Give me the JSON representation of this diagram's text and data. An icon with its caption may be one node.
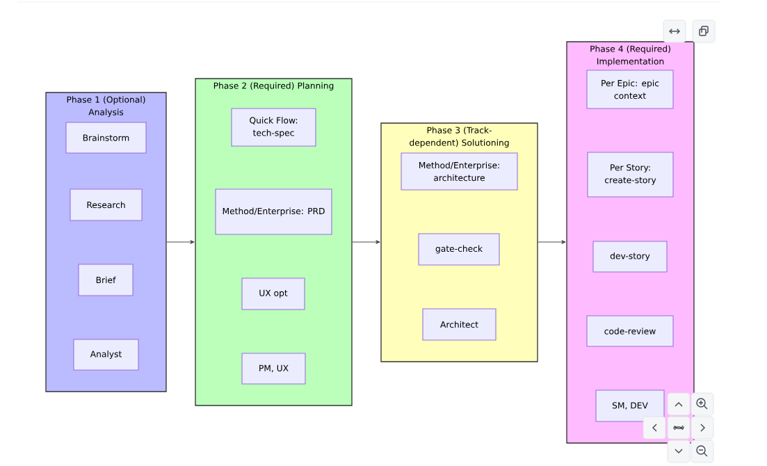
{
  "diagram": {
    "nodes": [
      {
        "text": [
          "Phase 1 (Optional) Analysis"
        ]
      },
      {
        "text": [
          "Brainstorm"
        ],
        "in": 0
      },
      {
        "text": [
          "Research"
        ],
        "in": 0
      },
      {
        "text": [
          "Brief"
        ],
        "in": 0
      },
      {
        "text": [
          "Analyst"
        ],
        "in": 0
      },
      {
        "text": [
          "Phase 2 (Required) Planning"
        ]
      },
      {
        "text": [
          "Quick Flow: tech-spec"
        ],
        "in": 5
      },
      {
        "text": [
          "Method/Enterprise: PRD"
        ],
        "in": 5
      },
      {
        "text": [
          "UX opt"
        ],
        "in": 5
      },
      {
        "text": [
          "PM, UX"
        ],
        "in": 5
      },
      {
        "text": [
          "Phase 3 (Track-dependent) Solutioning"
        ]
      },
      {
        "text": [
          "Method/Enterprise: architecture"
        ],
        "in": 10
      },
      {
        "text": [
          "gate-check"
        ],
        "in": 10
      },
      {
        "text": [
          "Architect"
        ],
        "in": 10
      },
      {
        "text": [
          "Phase 4 (Required) Implementation"
        ]
      },
      {
        "text": [
          "Per Epic: epic context"
        ],
        "in": 14
      },
      {
        "text": [
          "Per Story: create-story"
        ],
        "in": 14
      },
      {
        "text": [
          "dev-story"
        ],
        "in": 14
      },
      {
        "text": [
          "code-review"
        ],
        "in": 14
      },
      {
        "text": [
          "SM, DEV"
        ],
        "in": 14
      }
    ],
    "edges": [
      {
        "from": 0,
        "to": 5,
        "arrow": "to"
      },
      {
        "from": 5,
        "to": 10,
        "arrow": "to"
      },
      {
        "from": 10,
        "to": 14,
        "arrow": "to"
      }
    ]
  }
}
